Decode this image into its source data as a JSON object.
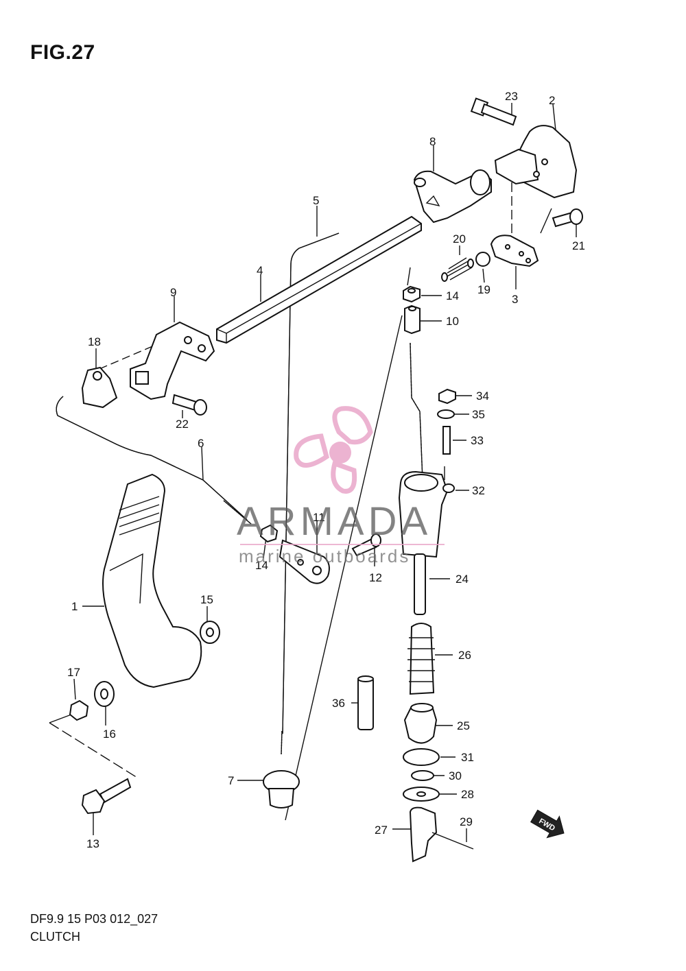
{
  "header": {
    "figure_label": "FIG.27"
  },
  "footer": {
    "model_code": "DF9.9 15 P03 012_027",
    "section_name": "CLUTCH"
  },
  "watermark": {
    "brand": "ARMADA",
    "tagline": "marine outboards",
    "color": "#e9a6c9"
  },
  "fwd_badge": {
    "text": "FWD"
  },
  "callouts": [
    {
      "id": "c1",
      "label": "1"
    },
    {
      "id": "c2",
      "label": "2"
    },
    {
      "id": "c3",
      "label": "3"
    },
    {
      "id": "c4",
      "label": "4"
    },
    {
      "id": "c5",
      "label": "5"
    },
    {
      "id": "c6",
      "label": "6"
    },
    {
      "id": "c7",
      "label": "7"
    },
    {
      "id": "c8",
      "label": "8"
    },
    {
      "id": "c9",
      "label": "9"
    },
    {
      "id": "c10",
      "label": "10"
    },
    {
      "id": "c11",
      "label": "11"
    },
    {
      "id": "c12",
      "label": "12"
    },
    {
      "id": "c13",
      "label": "13"
    },
    {
      "id": "c14a",
      "label": "14"
    },
    {
      "id": "c14b",
      "label": "14"
    },
    {
      "id": "c15",
      "label": "15"
    },
    {
      "id": "c16",
      "label": "16"
    },
    {
      "id": "c17",
      "label": "17"
    },
    {
      "id": "c18",
      "label": "18"
    },
    {
      "id": "c19",
      "label": "19"
    },
    {
      "id": "c20",
      "label": "20"
    },
    {
      "id": "c21",
      "label": "21"
    },
    {
      "id": "c22",
      "label": "22"
    },
    {
      "id": "c23",
      "label": "23"
    },
    {
      "id": "c24",
      "label": "24"
    },
    {
      "id": "c25",
      "label": "25"
    },
    {
      "id": "c26",
      "label": "26"
    },
    {
      "id": "c27",
      "label": "27"
    },
    {
      "id": "c28",
      "label": "28"
    },
    {
      "id": "c29",
      "label": "29"
    },
    {
      "id": "c30",
      "label": "30"
    },
    {
      "id": "c31",
      "label": "31"
    },
    {
      "id": "c32",
      "label": "32"
    },
    {
      "id": "c33",
      "label": "33"
    },
    {
      "id": "c34",
      "label": "34"
    },
    {
      "id": "c35",
      "label": "35"
    },
    {
      "id": "c36",
      "label": "36"
    }
  ]
}
